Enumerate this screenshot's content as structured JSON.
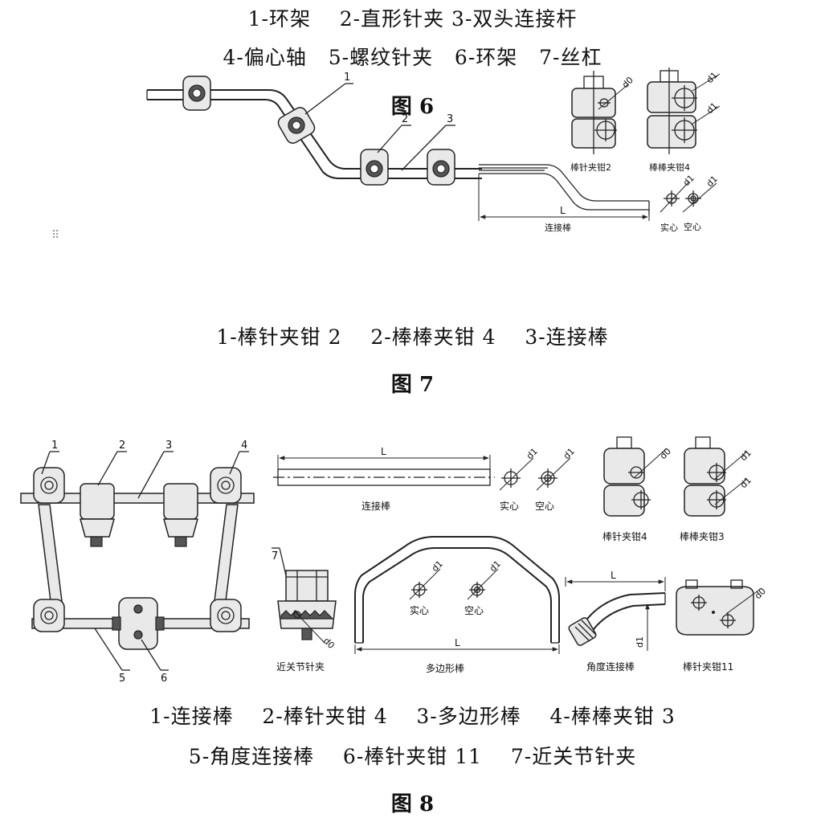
{
  "fig6": {
    "legend_line1": "1-环架    2-直形针夹 3-双头连接杆",
    "legend_line2": "4-偏心轴   5-螺纹针夹   6-环架   7-丝杠",
    "title": "图 6",
    "callouts": [
      "1",
      "2",
      "3"
    ],
    "labels": {
      "rod": "连接棒",
      "L": "L",
      "clamp2": "棒针夹钳2",
      "clamp4": "棒棒夹钳4",
      "solid": "实心",
      "hollow": "空心",
      "d0": "d0",
      "d1": "d1"
    }
  },
  "fig7": {
    "legend": "1-棒针夹钳 2    2-棒棒夹钳 4    3-连接棒",
    "title": "图 7"
  },
  "fig8": {
    "legend_line1": "1-连接棒    2-棒针夹钳 4    3-多边形棒    4-棒棒夹钳 3",
    "legend_line2": "5-角度连接棒    6-棒针夹钳 11    7-近关节针夹",
    "title": "图 8",
    "callouts": [
      "1",
      "2",
      "3",
      "4",
      "5",
      "6",
      "7"
    ],
    "labels": {
      "rod": "连接棒",
      "solid": "实心",
      "hollow": "空心",
      "clamp4": "棒针夹钳4",
      "clamp3": "棒棒夹钳3",
      "near_joint": "近关节针夹",
      "polygon": "多边形棒",
      "angle_rod": "角度连接棒",
      "clamp11": "棒针夹钳11",
      "L": "L",
      "d0": "d0",
      "d1": "d1"
    }
  },
  "icons": {
    "drag_handle": "drag-handle-icon"
  }
}
